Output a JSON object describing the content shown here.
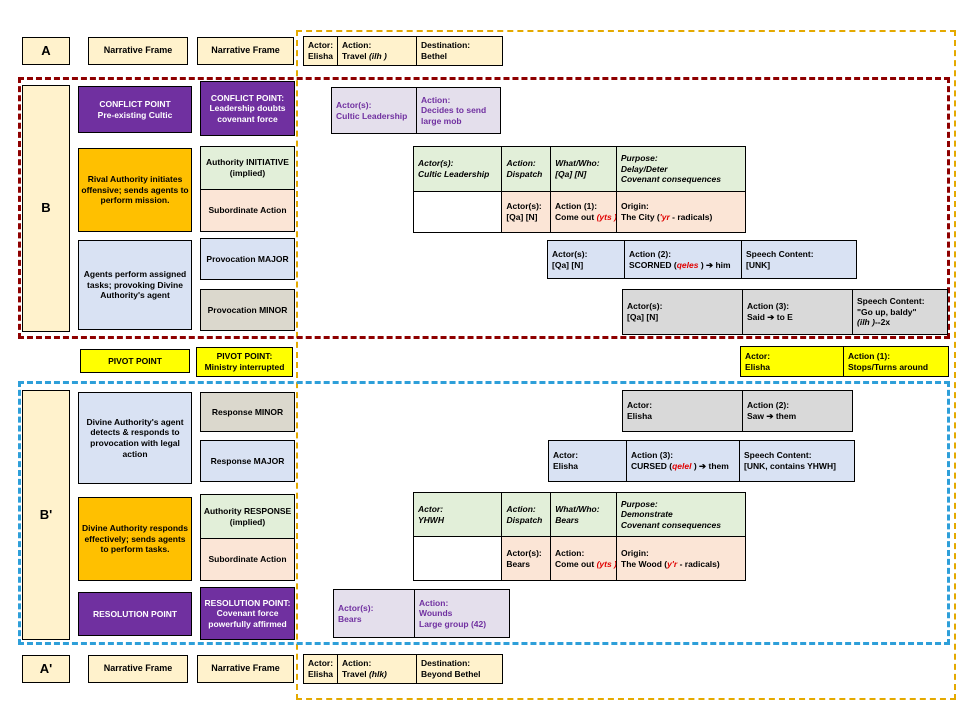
{
  "palette": {
    "purple": "#7030A0",
    "light_purple": "#E4DFEC",
    "orange": "#FFC000",
    "yellow": "#FFFF00",
    "cream": "#FFF2CC",
    "green": "#E2EFD9",
    "pink": "#FBE5D6",
    "light_blue": "#D9E2F3",
    "gray": "#D9D9D9",
    "warm_gray": "#DBD8CD",
    "red_text": "#E00000",
    "red_dash": "#8E0000",
    "blue_dash": "#2E9FD9",
    "yellow_dash": "#E4A900"
  },
  "row_a": {
    "label": "A",
    "frame1": "Narrative Frame",
    "frame2": "Narrative Frame",
    "table": {
      "actor_h": "Actor:",
      "actor_v": "Elisha",
      "action_h": "Action:",
      "action_pre": "Travel ",
      "action_it": "(ilh )",
      "dest_h": "Destination:",
      "dest_v": "Bethel"
    }
  },
  "section_b": {
    "label": "B",
    "conflict_point_left": {
      "l1": "CONFLICT POINT",
      "l2": "Pre-existing Cultic"
    },
    "conflict_point_right": {
      "l1": "CONFLICT POINT:",
      "l2": "Leadership doubts",
      "l3": "covenant force"
    },
    "cultic_table": {
      "actor_h": "Actor(s):",
      "actor_v": "Cultic Leadership",
      "action_h": "Action:",
      "action_l1": "Decides to send",
      "action_l2": "large mob"
    },
    "rival_box": "Rival Authority initiates offensive; sends agents to perform mission.",
    "authority_initiative": {
      "l1": "Authority INITIATIVE",
      "l2": "(implied)"
    },
    "subordinate_action": "Subordinate Action",
    "dispatch_table": {
      "r1c1_h": "Actor(s):",
      "r1c1_v": "Cultic Leadership",
      "r1c2_h": "Action:",
      "r1c2_v": "Dispatch",
      "r1c3_h": "What/Who:",
      "r1c3_v": "[Qa] [N]",
      "r1c4_h": "Purpose:",
      "r1c4_l1": "Delay/Deter",
      "r1c4_l2": "Covenant consequences",
      "r2c2_h": "Actor(s):",
      "r2c2_v": "[Qa] [N]",
      "r2c3_h": "Action (1):",
      "r2c3_pre": "Come out ",
      "r2c3_red": "(yts )",
      "r2c4_h": "Origin:",
      "r2c4_pre": "The City (",
      "r2c4_red": "'yr",
      "r2c4_post": " -  radicals)"
    },
    "agents_box": "Agents perform assigned tasks; provoking Divine Authority's agent",
    "provocation_major": "Provocation MAJOR",
    "provocation_minor": "Provocation MINOR",
    "scorned_table": {
      "c1_h": "Actor(s):",
      "c1_v": "[Qa] [N]",
      "c2_h": "Action (2):",
      "c2_pre": "SCORNED (",
      "c2_red": "qeles ",
      "c2_post": ") ➔ him",
      "c3_h": "Speech Content:",
      "c3_v": "[UNK]"
    },
    "said_table": {
      "c1_h": "Actor(s):",
      "c1_v": "[Qa] [N]",
      "c2_h": "Action (3):",
      "c2_v": "Said ➔ to E",
      "c3_h": "Speech Content:",
      "c3_l1": "\"Go up, baldy\"",
      "c3_it": "(ilh )",
      "c3_post": "--2x"
    }
  },
  "pivot": {
    "left_box": "PIVOT POINT",
    "right_box": {
      "l1": "PIVOT POINT:",
      "l2": "Ministry interrupted"
    },
    "table": {
      "c1_h": "Actor:",
      "c1_v": "Elisha",
      "c2_h": "Action (1):",
      "c2_v": "Stops/Turns around"
    }
  },
  "section_b2": {
    "label": "B'",
    "detects_box": "Divine Authority's agent detects & responds to provocation with legal action",
    "response_minor": "Response MINOR",
    "response_major": "Response MAJOR",
    "saw_table": {
      "c1_h": "Actor:",
      "c1_v": "Elisha",
      "c2_h": "Action (2):",
      "c2_v": "Saw ➔ them"
    },
    "cursed_table": {
      "c1_h": "Actor:",
      "c1_v": "Elisha",
      "c2_h": "Action (3):",
      "c2_pre": "CURSED (",
      "c2_red": "qelel ",
      "c2_post": ") ➔ them",
      "c3_h": "Speech Content:",
      "c3_v": "[UNK, contains YHWH]"
    },
    "responds_box": "Divine Authority responds effectively; sends agents to perform tasks.",
    "authority_response": {
      "l1": "Authority RESPONSE",
      "l2": "(implied)"
    },
    "subordinate_action": "Subordinate Action",
    "dispatch_table": {
      "r1c1_h": "Actor:",
      "r1c1_v": "YHWH",
      "r1c2_h": "Action:",
      "r1c2_v": "Dispatch",
      "r1c3_h": "What/Who:",
      "r1c3_v": "Bears",
      "r1c4_h": "Purpose:",
      "r1c4_l1": "Demonstrate",
      "r1c4_l2": "Covenant consequences",
      "r2c2_h": "Actor(s):",
      "r2c2_v": "Bears",
      "r2c3_h": "Action:",
      "r2c3_pre": "Come out ",
      "r2c3_red": "(yts )",
      "r2c4_h": "Origin:",
      "r2c4_pre": "The Wood (",
      "r2c4_red": "y'r",
      "r2c4_post": " -  radicals)"
    },
    "resolution_left": "RESOLUTION POINT",
    "resolution_right": {
      "l1": "RESOLUTION POINT:",
      "l2": "Covenant force",
      "l3": "powerfully affirmed"
    },
    "bears_table": {
      "actor_h": "Actor(s):",
      "actor_v": "Bears",
      "action_h": "Action:",
      "action_l1": "Wounds",
      "action_l2": "Large group (42)"
    }
  },
  "row_a2": {
    "label": "A'",
    "frame1": "Narrative Frame",
    "frame2": "Narrative Frame",
    "table": {
      "actor_h": "Actor:",
      "actor_v": "Elisha",
      "action_h": "Action:",
      "action_pre": "Travel ",
      "action_it": "(hlk)",
      "dest_h": "Destination:",
      "dest_v": "Beyond Bethel"
    }
  }
}
